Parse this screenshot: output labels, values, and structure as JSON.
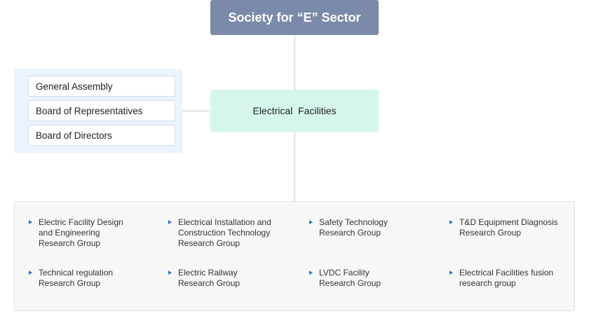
{
  "top": {
    "title": "Society for “E” Sector"
  },
  "center": {
    "title": "Electrical  Facilities"
  },
  "side_panel": {
    "items": [
      {
        "label": "General Assembly"
      },
      {
        "label": "Board of Representatives"
      },
      {
        "label": "Board of Directors"
      }
    ]
  },
  "groups": [
    {
      "label": "Electric Facility Design\nand Engineering\nResearch Group"
    },
    {
      "label": "Electrical Installation and\nConstruction Technology\nResearch Group"
    },
    {
      "label": "Safety Technology\nResearch Group"
    },
    {
      "label": "T&D Equipment Diagnosis\nResearch Group"
    },
    {
      "label": "Technical regulation\nResearch Group"
    },
    {
      "label": "Electric Railway\nResearch Group"
    },
    {
      "label": "LVDC Facility\nResearch Group"
    },
    {
      "label": "Electrical Facilities fusion\nresearch group"
    }
  ],
  "colors": {
    "top_box": "#7a8aa8",
    "center_box": "#d4f6ec",
    "side_panel": "#ebf3fe",
    "bullet": "#2f6fd6"
  }
}
